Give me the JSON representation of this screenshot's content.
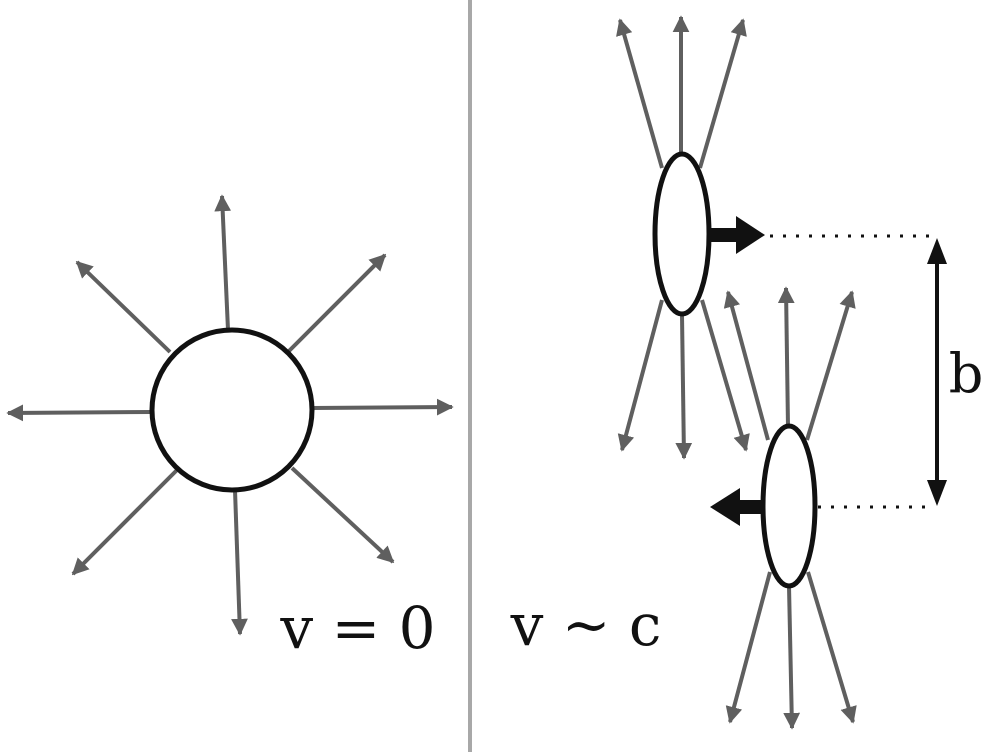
{
  "panels": {
    "rest": {
      "label": "v = 0"
    },
    "relativistic": {
      "label": "v ~ c",
      "separation_label": "b"
    }
  },
  "colors": {
    "field_line": "#5f5f5f",
    "outline": "#111111",
    "divider": "#a8a8a8",
    "fill": "#ffffff"
  }
}
